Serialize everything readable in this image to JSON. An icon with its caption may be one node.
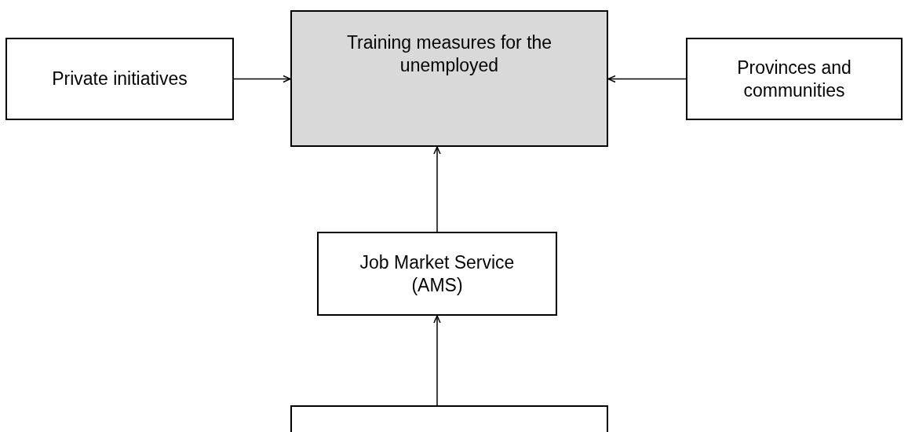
{
  "diagram": {
    "nodes": [
      {
        "text": [
          "Private initiatives"
        ]
      },
      {
        "text": [
          "Training measures for the unemployed"
        ]
      },
      {
        "text": [
          "Provinces and communities"
        ]
      },
      {
        "text": [
          "Job Market Service (AMS)"
        ]
      },
      {
        "text": [],
        "shape": "box"
      }
    ],
    "edges": [
      {
        "from": 0,
        "to": 1,
        "arrow": "to"
      },
      {
        "from": 2,
        "to": 1,
        "arrow": "to"
      },
      {
        "from": 3,
        "to": 1,
        "arrow": "to"
      },
      {
        "from": 4,
        "to": 3,
        "arrow": "to"
      }
    ]
  }
}
